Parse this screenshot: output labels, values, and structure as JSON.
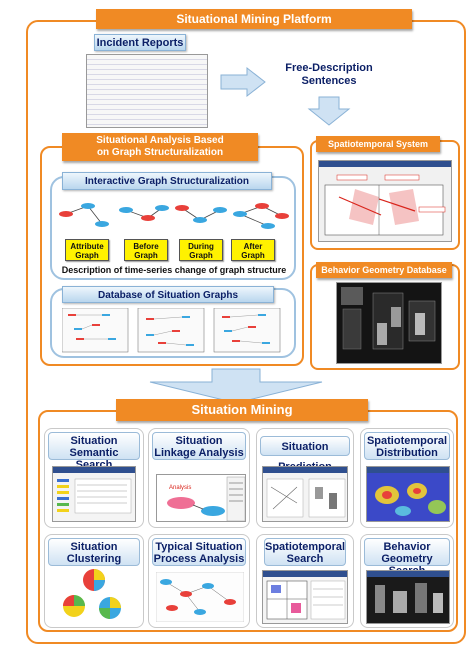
{
  "platform": {
    "title": "Situational Mining Platform"
  },
  "top": {
    "incident_reports": "Incident Reports",
    "free_description": "Free-Description\nSentences"
  },
  "analysis": {
    "title": "Situational Analysis Based\non Graph Structuralization",
    "interactive_title": "Interactive Graph Structuralization",
    "graph_labels": [
      "Attribute\nGraph",
      "Before\nGraph",
      "During\nGraph",
      "After\nGraph"
    ],
    "description": "Description of time-series change of graph structure",
    "database_title": "Database of Situation Graphs"
  },
  "spatiotemporal_system": {
    "title": "Spatiotemporal System"
  },
  "behavior_db": {
    "title": "Behavior Geometry Database"
  },
  "mining": {
    "title": "Situation Mining",
    "cards": [
      {
        "label": "Situation Semantic\nSearch"
      },
      {
        "label": "Situation\nLinkage Analysis"
      },
      {
        "label": "Situation Prediction"
      },
      {
        "label": "Spatiotemporal\nDistribution"
      },
      {
        "label": "Situation\nClustering"
      },
      {
        "label": "Typical Situation\nProcess Analysis"
      },
      {
        "label": "Spatiotemporal\nSearch"
      },
      {
        "label": "Behavior Geometry\nSearch"
      }
    ]
  },
  "colors": {
    "orange": "#f08a24",
    "navy": "#0b1f66",
    "light_blue": "#9fc2e0",
    "yellow": "#fff200"
  }
}
